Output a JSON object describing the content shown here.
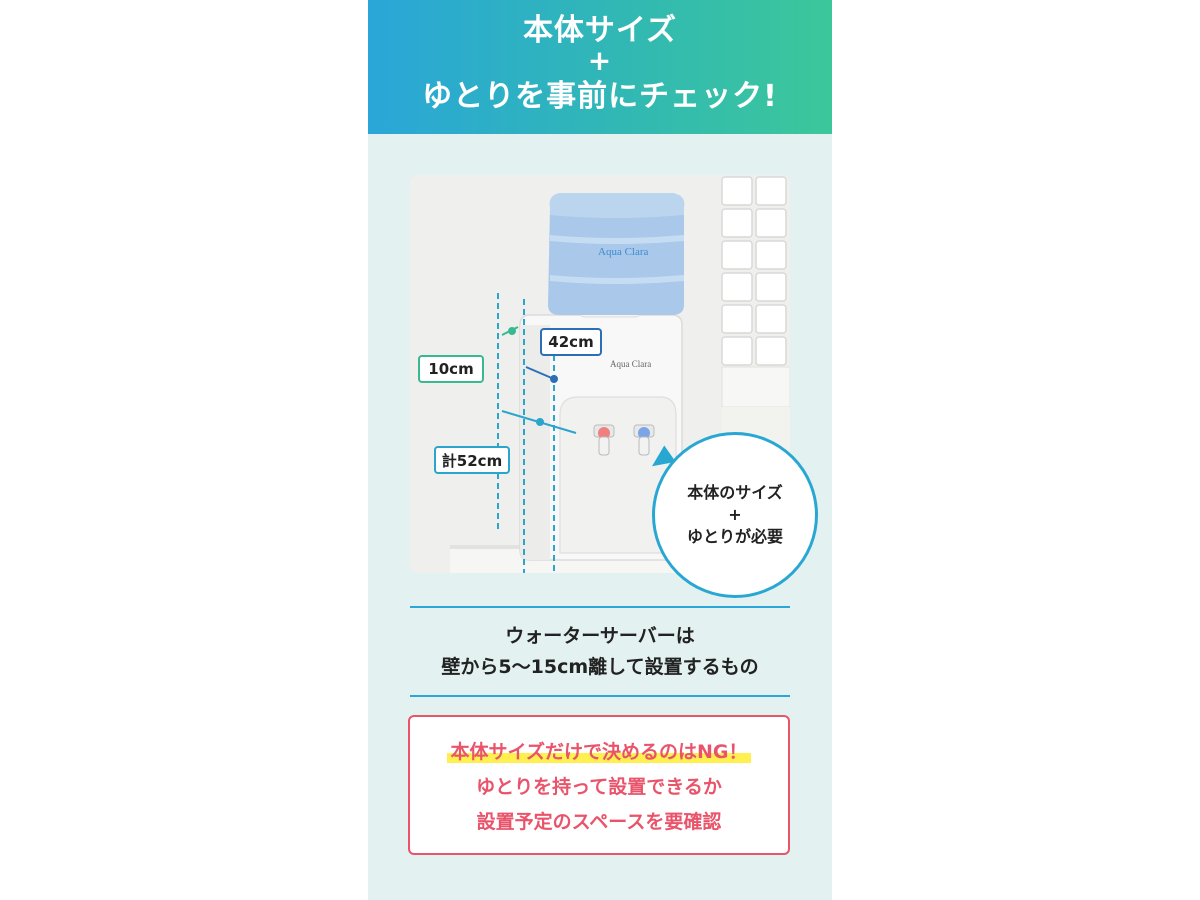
{
  "header": {
    "line1": "本体サイズ",
    "line2": "+",
    "line3": "ゆとりを事前にチェック!"
  },
  "photo": {
    "bottle_logo": "Aqua Clara",
    "server_logo": "Aqua Clara"
  },
  "dimensions": {
    "gap": "10cm",
    "width": "42cm",
    "total": "計52cm"
  },
  "bubble": {
    "line1": "本体のサイズ",
    "line2": "+",
    "line3": "ゆとりが必要"
  },
  "note": {
    "line1": "ウォーターサーバーは",
    "line2": "壁から5～15cm離して設置するもの"
  },
  "warning": {
    "line1": "本体サイズだけで決めるのはNG！",
    "line2": "ゆとりを持って設置できるか",
    "line3": "設置予定のスペースを要確認"
  },
  "colors": {
    "header_gradient_start": "#2aa6d8",
    "header_gradient_end": "#3cc79a",
    "panel_background": "#e3f1f1",
    "warning_red": "#e9546b",
    "highlight_yellow": "#fff04f"
  }
}
